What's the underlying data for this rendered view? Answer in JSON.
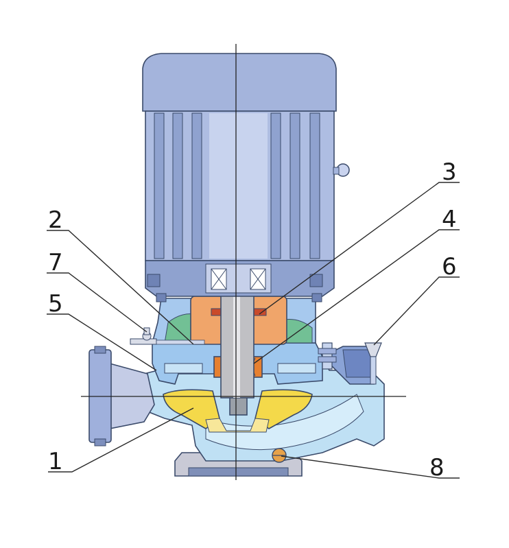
{
  "callouts": [
    {
      "id": "1",
      "label": "1"
    },
    {
      "id": "2",
      "label": "2"
    },
    {
      "id": "3",
      "label": "3"
    },
    {
      "id": "4",
      "label": "4"
    },
    {
      "id": "5",
      "label": "5"
    },
    {
      "id": "6",
      "label": "6"
    },
    {
      "id": "7",
      "label": "7"
    },
    {
      "id": "8",
      "label": "8"
    }
  ],
  "colors": {
    "motor": "#a9b9de",
    "motor_dark": "#7f93c4",
    "casing": "#b8daf0",
    "casing_dark": "#8fc3e6",
    "impeller": "#f3d64a",
    "bearing_housing": "#e8965a",
    "seal": "#e07a2a",
    "green_part": "#6fbf8f",
    "shaft": "#b9b9b9",
    "base": "#c8c8d0"
  }
}
